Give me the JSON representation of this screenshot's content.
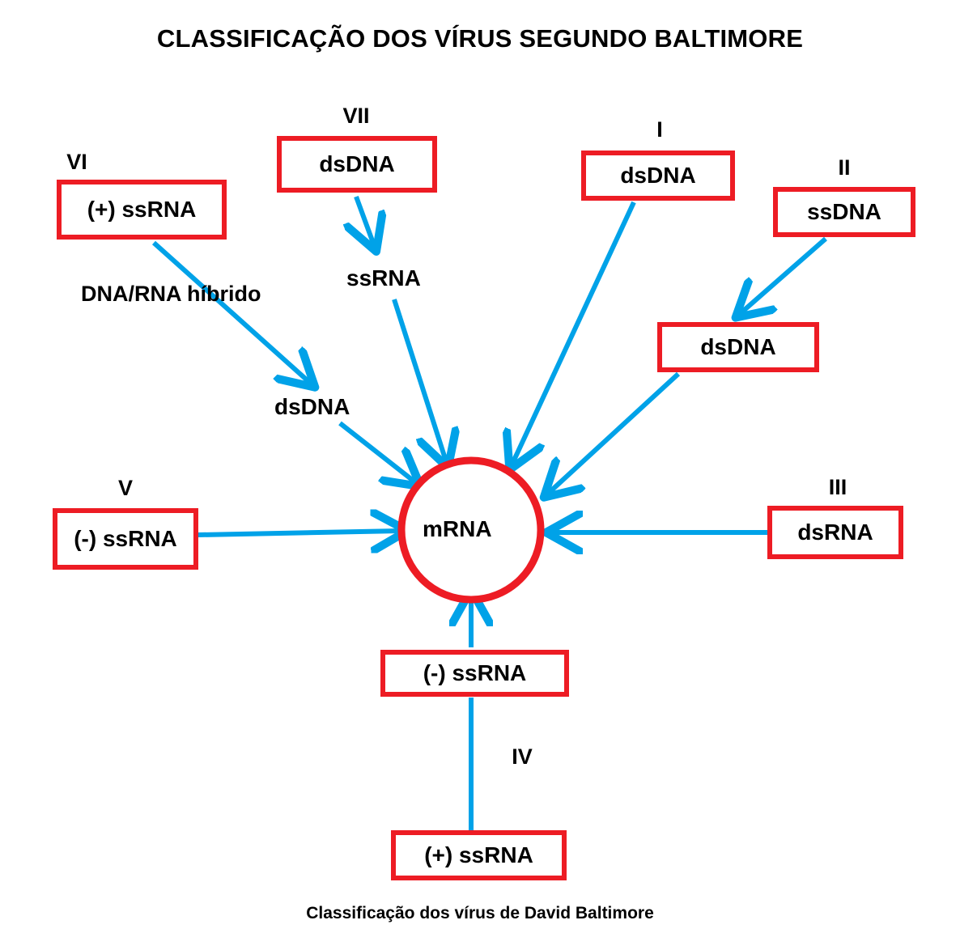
{
  "title": "CLASSIFICAÇÃO DOS VÍRUS SEGUNDO BALTIMORE",
  "caption": "Classificação dos vírus de David Baltimore",
  "colors": {
    "box_border": "#ED1C24",
    "arrow": "#00A2E8",
    "hub_border": "#ED1C24",
    "text": "#000000",
    "background": "#FFFFFF"
  },
  "hub": {
    "label": "mRNA"
  },
  "classes": [
    {
      "roman": "I",
      "label": "dsDNA"
    },
    {
      "roman": "II",
      "label": "ssDNA"
    },
    {
      "roman": "III",
      "label": "dsRNA"
    },
    {
      "roman": "IV",
      "label": "(+) ssRNA"
    },
    {
      "roman": "V",
      "label": "(-) ssRNA"
    },
    {
      "roman": "VI",
      "label": "(+) ssRNA"
    },
    {
      "roman": "VII",
      "label": "dsDNA"
    }
  ],
  "nodes": {
    "class6_box": "(+) ssRNA",
    "class7_box": "dsDNA",
    "class1_box": "dsDNA",
    "class2_box": "ssDNA",
    "class2_intermediate_box": "dsDNA",
    "class3_box": "dsRNA",
    "class5_box": "(-) ssRNA",
    "class4_minus_box": "(-) ssRNA",
    "class4_plus_box": "(+) ssRNA",
    "class6_intermediate": "dsDNA",
    "class7_intermediate": "ssRNA"
  },
  "romans": {
    "class1": "I",
    "class2": "II",
    "class3": "III",
    "class4": "IV",
    "class5": "V",
    "class6": "VI",
    "class7": "VII"
  },
  "edge_labels": {
    "hybrid": "DNA/RNA híbrido"
  },
  "icons": {
    "arrowhead": "arrow-head-icon",
    "hub": "circle-icon"
  }
}
